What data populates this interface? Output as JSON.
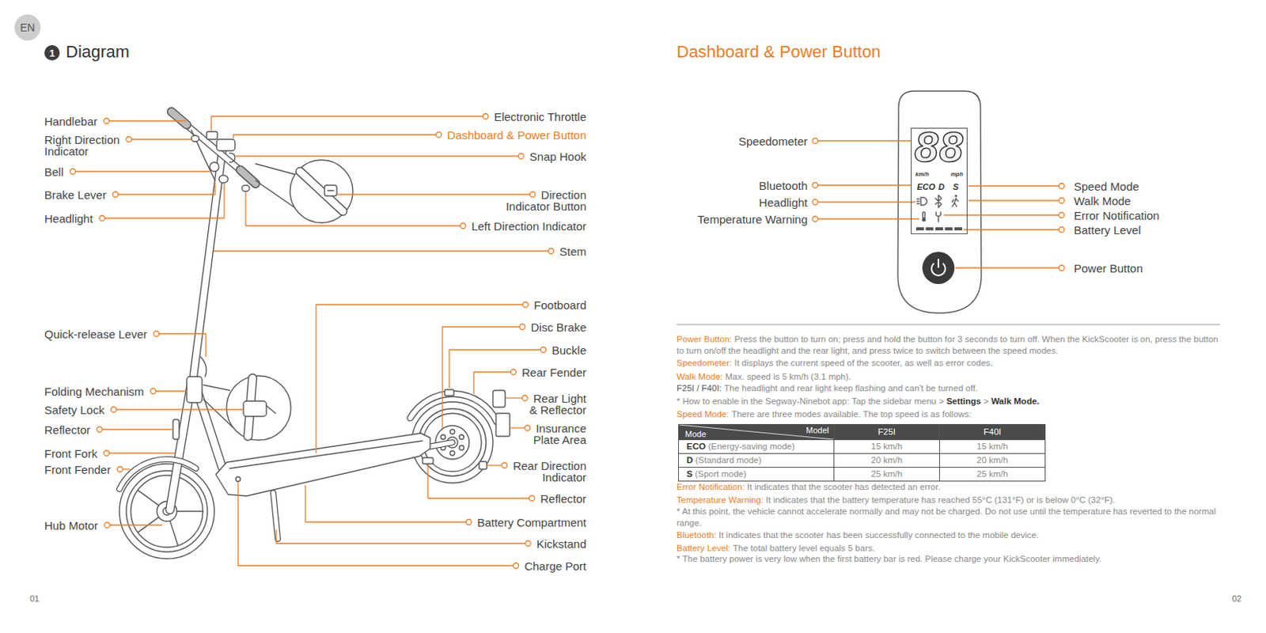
{
  "diagram": {
    "title": "Diagram",
    "nodes": [
      {
        "text": [
          "EN"
        ]
      },
      {
        "text": [
          "1"
        ]
      },
      {
        "text": [
          "88",
          "km/h",
          "mph",
          "ECO",
          "D",
          "S"
        ]
      }
    ],
    "labels": [
      "Handlebar",
      "Right Direction Indicator",
      "Bell",
      "Brake Lever",
      "Headlight",
      "Quick-release Lever",
      "Folding Mechanism",
      "Safety Lock",
      "Reflector",
      "Front Fork",
      "Front Fender",
      "Hub Motor",
      "Electronic Throttle",
      "Dashboard & Power Button",
      "Snap Hook",
      "Direction Indicator Button",
      "Left Direction Indicator",
      "Stem",
      "Footboard",
      "Disc Brake",
      "Buckle",
      "Rear Fender",
      "Rear Light & Reflector",
      "Insurance Plate Area",
      "Rear Direction Indicator",
      "Reflector",
      "Battery Compartment",
      "Kickstand",
      "Charge Port",
      "Dashboard & Power Button",
      "Speedometer",
      "Bluetooth",
      "Headlight",
      "Temperature Warning",
      "Speed Mode",
      "Walk Mode",
      "Error Notification",
      "Battery Level",
      "Power Button",
      "Power Button:",
      "Press the button to turn on; press and hold the button for 3 seconds to turn off. When the KickScooter is on, press the button to turn on/off the headlight and the rear light, and press twice to switch between the speed modes.",
      "Speedometer:",
      "It displays the current speed of the scooter, as well as error codes.",
      "Walk Mode:",
      "Max. speed is 5 km/h (3.1 mph).",
      "F25I / F40I:",
      "The headlight and rear light keep flashing and can't be turned off.",
      "* How to enable in the Segway-Ninebot app: Tap the sidebar menu >",
      "Settings",
      ">",
      "Walk Mode.",
      "Speed Mode:",
      "There are three modes available. The top speed is as follows:",
      "Mode",
      "Model",
      "F25I",
      "F40I",
      "ECO",
      "(Energy-saving mode)",
      "15 km/h",
      "15 km/h",
      "D",
      "(Standard mode)",
      "20 km/h",
      "20 km/h",
      "S",
      "(Sport mode)",
      "25 km/h",
      "25 km/h",
      "Error Notification:",
      "It indicates that the scooter has detected an error.",
      "Temperature Warning:",
      "It indicates that the battery temperature has reached 55°C (131°F) or is below 0°C (32°F).",
      "* At this point, the vehicle cannot accelerate normally and may not be charged. Do not use until the temperature has reverted to the normal range.",
      "Bluetooth:",
      "It indicates that the scooter has been successfully connected to the mobile device.",
      "Battery Level:",
      "The total battery level equals 5 bars.",
      "* The battery power is very low when the first battery bar is red. Please charge your KickScooter immediately.",
      "01",
      "02"
    ]
  }
}
